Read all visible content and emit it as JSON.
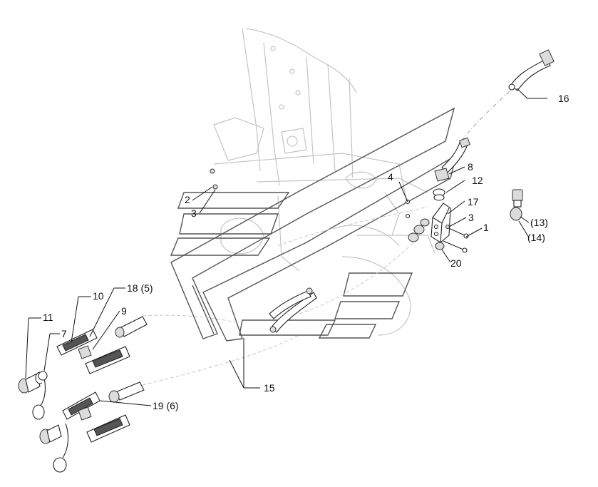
{
  "figure": {
    "type": "exploded-parts-diagram",
    "colors": {
      "line": "#111111",
      "ghost": "#c4c4c4",
      "plate": "#555555",
      "background": "#ffffff"
    }
  },
  "callouts": {
    "c1": "1",
    "c2": "2",
    "c3a": "3",
    "c3b": "3",
    "c4": "4",
    "c7": "7",
    "c8": "8",
    "c9": "9",
    "c10": "10",
    "c11": "11",
    "c12": "12",
    "c13": "(13)",
    "c14": "(14)",
    "c15": "15",
    "c16": "16",
    "c17": "17",
    "c18": "18 (5)",
    "c19": "19 (6)",
    "c20": "20"
  }
}
